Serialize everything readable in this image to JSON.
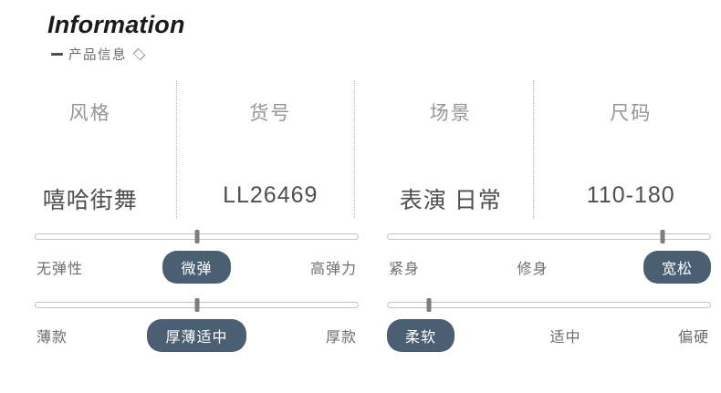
{
  "header": {
    "title_en": "Information",
    "subtitle_cn": "产品信息",
    "dash_icon": "dash-icon",
    "diamond_icon": "diamond-icon"
  },
  "info_table": {
    "columns": [
      {
        "header": "风格",
        "value": "嘻哈街舞"
      },
      {
        "header": "货号",
        "value": "LL26469"
      },
      {
        "header": "场景",
        "value": "表演 日常"
      },
      {
        "header": "尺码",
        "value": "110-180"
      }
    ]
  },
  "sliders": [
    {
      "name": "elasticity",
      "position_percent": 50,
      "options": [
        "无弹性",
        "微弹",
        "高弹力"
      ],
      "selected_index": 1
    },
    {
      "name": "fit",
      "position_percent": 85,
      "options": [
        "紧身",
        "修身",
        "宽松"
      ],
      "selected_index": 2
    },
    {
      "name": "thickness",
      "position_percent": 50,
      "options": [
        "薄款",
        "厚薄适中",
        "厚款"
      ],
      "selected_index": 1
    },
    {
      "name": "softness",
      "position_percent": 13,
      "options": [
        "柔软",
        "适中",
        "偏硬"
      ],
      "selected_index": 0
    }
  ],
  "colors": {
    "accent": "#4a6072",
    "header_text": "#959595",
    "value_text": "#4f4f4f",
    "label_text": "#6d6d6d",
    "track_border": "#c2c2c2",
    "handle": "#7e7e7e",
    "divider": "#b9b9b9",
    "background": "#ffffff"
  }
}
